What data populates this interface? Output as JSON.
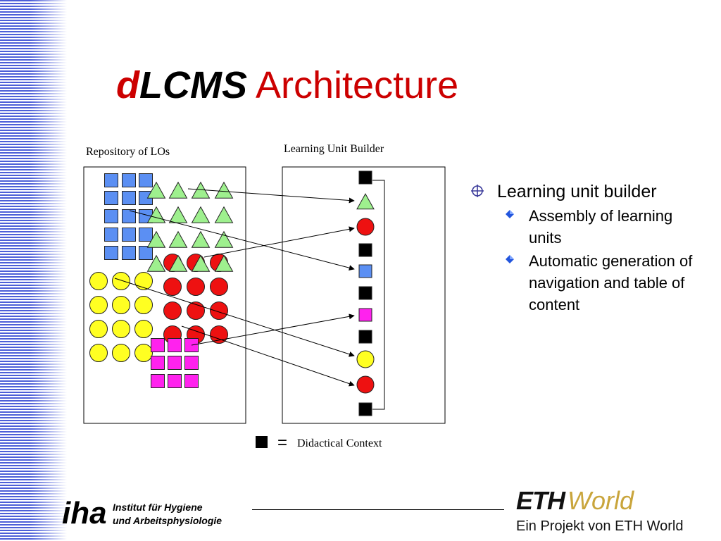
{
  "slide": {
    "title_d": "d",
    "title_lcms": "LCMS",
    "title_rest": "Architecture"
  },
  "diagram": {
    "repository_label": "Repository of LOs",
    "builder_label": "Learning Unit Builder",
    "legend_text": "Didactical Context",
    "legend_equals": "=",
    "colors": {
      "blue_square": "#5b8ff3",
      "green_triangle": "#9ef08e",
      "red_circle": "#ee1111",
      "yellow_circle": "#ffff22",
      "magenta_square": "#ff22ee",
      "context_square": "#000000"
    }
  },
  "bullets": [
    {
      "text": "Learning unit builder",
      "subitems": [
        "Assembly of learning units",
        "Automatic generation of navigation and table of content"
      ]
    }
  ],
  "footer": {
    "iha_logo": "iha",
    "iha_line1": "Institut für Hygiene",
    "iha_line2": "und Arbeitsphysiologie",
    "eth_bold": "ETH",
    "eth_world": "World",
    "eth_tagline": "Ein Projekt von ETH World",
    "eth_world_color": "#c9a53c"
  }
}
